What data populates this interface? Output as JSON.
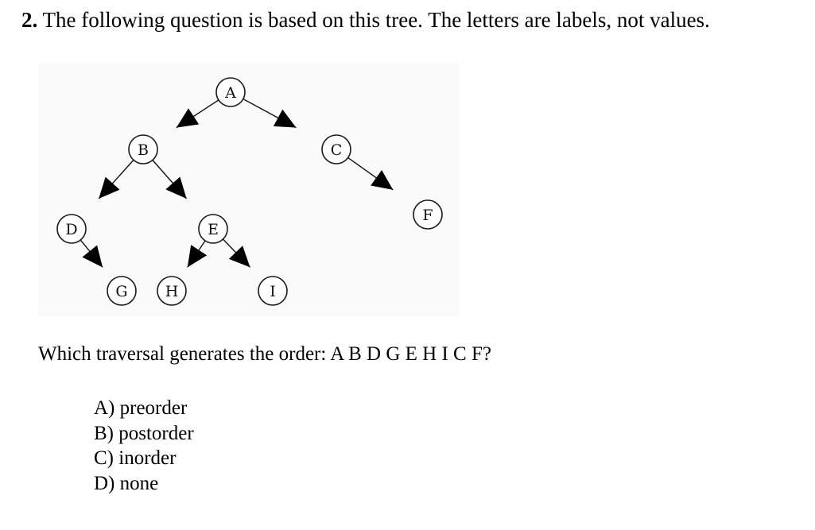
{
  "question": {
    "number": "2.",
    "text": "The following question is based on this tree. The letters are labels, not values."
  },
  "tree": {
    "nodes": [
      {
        "id": "A",
        "label": "A"
      },
      {
        "id": "B",
        "label": "B"
      },
      {
        "id": "C",
        "label": "C"
      },
      {
        "id": "D",
        "label": "D"
      },
      {
        "id": "E",
        "label": "E"
      },
      {
        "id": "F",
        "label": "F"
      },
      {
        "id": "G",
        "label": "G"
      },
      {
        "id": "H",
        "label": "H"
      },
      {
        "id": "I",
        "label": "I"
      }
    ],
    "edges": [
      {
        "from": "A",
        "to": "B"
      },
      {
        "from": "A",
        "to": "C"
      },
      {
        "from": "B",
        "to": "D"
      },
      {
        "from": "B",
        "to": "E"
      },
      {
        "from": "C",
        "to": "F"
      },
      {
        "from": "D",
        "to": "G"
      },
      {
        "from": "E",
        "to": "H"
      },
      {
        "from": "E",
        "to": "I"
      }
    ]
  },
  "prompt": "Which traversal generates the order: A B D G E H I C F?",
  "options": [
    {
      "label": "A) preorder"
    },
    {
      "label": "B) postorder"
    },
    {
      "label": "C) inorder"
    },
    {
      "label": "D) none"
    }
  ]
}
